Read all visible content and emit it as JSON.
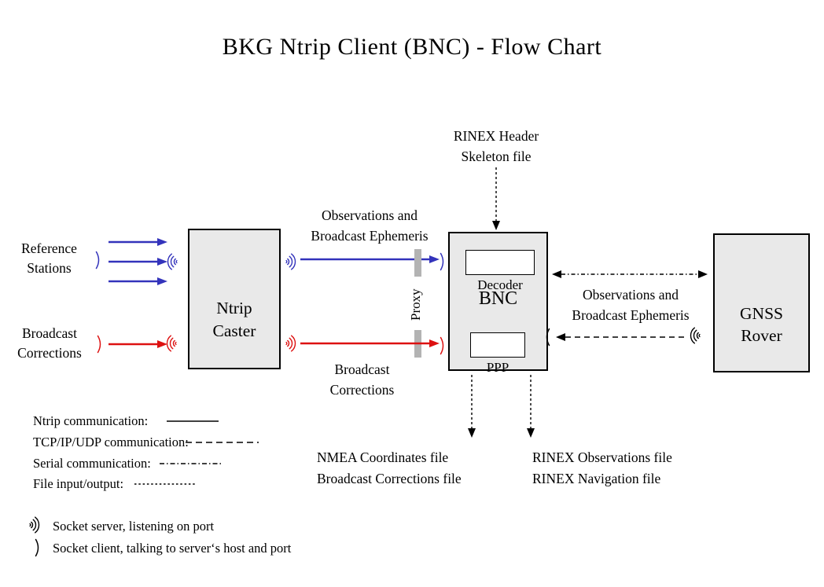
{
  "title": "BKG Ntrip Client (BNC)  -  Flow Chart",
  "colors": {
    "ntrip_blue": "#3333bb",
    "corrections_red": "#dd1111",
    "node_fill": "#e9e9e9",
    "node_border": "#000000",
    "proxy_gray": "#b3b3b3"
  },
  "nodes": {
    "ntrip_caster": "Ntrip\nCaster",
    "bnc": "BNC",
    "decoder": "Decoder",
    "ppp": "PPP",
    "gnss_rover": "GNSS\nRover"
  },
  "labels": {
    "rinex_header": "RINEX Header\nSkeleton file",
    "reference_stations": "Reference\nStations",
    "broadcast_corrections_left": "Broadcast\nCorrections",
    "obs_ephemeris_top": "Observations and\nBroadcast Ephemeris",
    "broadcast_corrections_mid": "Broadcast\nCorrections",
    "proxy": "Proxy",
    "obs_ephemeris_right": "Observations and\nBroadcast Ephemeris",
    "files_left": "NMEA Coordinates file\nBroadcast Corrections file",
    "files_right": "RINEX Observations file\nRINEX Navigation file"
  },
  "legend": {
    "items": [
      {
        "label": "Ntrip communication:",
        "style": "solid"
      },
      {
        "label": "TCP/IP/UDP communication:",
        "style": "dashed"
      },
      {
        "label": "Serial communication:",
        "style": "dashdot"
      },
      {
        "label": "File input/output:",
        "style": "dotted"
      }
    ]
  },
  "socket_legend": {
    "server": "Socket server, listening on port",
    "client": "Socket client, talking to server‘s host and port"
  }
}
